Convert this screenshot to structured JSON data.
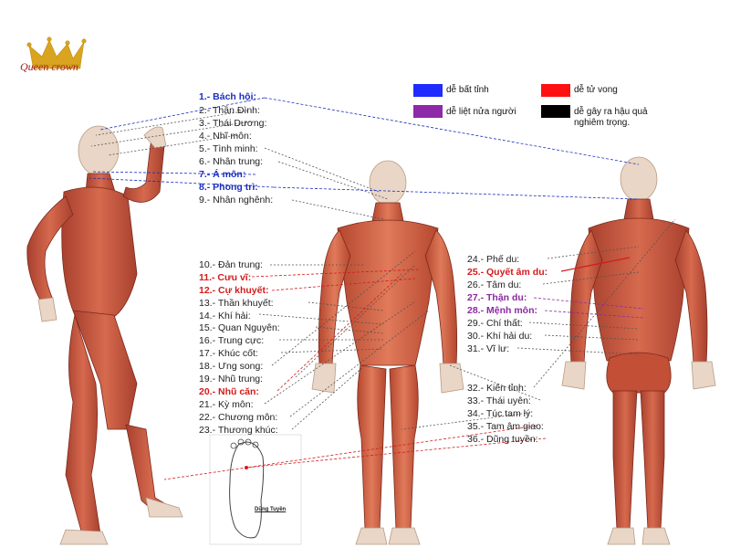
{
  "brand": {
    "name": "Queen crown",
    "icon": "crown-icon",
    "color": "#a31c24"
  },
  "legend": [
    {
      "color": "#1f2bff",
      "text": "dễ bất tỉnh"
    },
    {
      "color": "#ff1010",
      "text": "dễ tử vong"
    },
    {
      "color": "#8e2aa8",
      "text": "dễ liệt nửa người"
    },
    {
      "color": "#000000",
      "text": "dễ gây ra hậu quả nghiêm trọng."
    }
  ],
  "points_head": [
    {
      "label": "1.- Bách hội:",
      "style": "blue"
    },
    {
      "label": "2.- Thần Đình:",
      "style": "plain"
    },
    {
      "label": "3.- Thái Dương:",
      "style": "plain"
    },
    {
      "label": "4.- Nhĩ môn:",
      "style": "plain"
    },
    {
      "label": "5.- Tình minh:",
      "style": "plain"
    },
    {
      "label": "6.- Nhân trung:",
      "style": "plain"
    },
    {
      "label": "7.- Á môn:",
      "style": "blue"
    },
    {
      "label": "8.- Phong trì:",
      "style": "blue"
    },
    {
      "label": "9.- Nhân nghênh:",
      "style": "plain"
    }
  ],
  "points_torso": [
    {
      "label": "10.- Đản trung:",
      "style": "plain"
    },
    {
      "label": "11.- Cưu vĩ:",
      "style": "red"
    },
    {
      "label": "12.- Cự khuyết:",
      "style": "red"
    },
    {
      "label": "13.- Thần khuyết:",
      "style": "plain"
    },
    {
      "label": "14.- Khí hải:",
      "style": "plain"
    },
    {
      "label": "15.- Quan Nguyên:",
      "style": "plain"
    },
    {
      "label": "16.- Trung cực:",
      "style": "plain"
    },
    {
      "label": "17.- Khúc cốt:",
      "style": "plain"
    },
    {
      "label": "18.- Ưng song:",
      "style": "plain"
    },
    {
      "label": "19.- Nhũ trung:",
      "style": "plain"
    },
    {
      "label": "20.- Nhũ căn:",
      "style": "red"
    },
    {
      "label": "21.- Kỳ môn:",
      "style": "plain"
    },
    {
      "label": "22.- Chương môn:",
      "style": "plain"
    },
    {
      "label": "23.- Thương khúc:",
      "style": "plain"
    }
  ],
  "points_back": [
    {
      "label": "24.- Phế du:",
      "style": "plain"
    },
    {
      "label": "25.- Quyết âm du:",
      "style": "red"
    },
    {
      "label": "26.- Tâm du:",
      "style": "plain"
    },
    {
      "label": "27.- Thận du:",
      "style": "purple"
    },
    {
      "label": "28.- Mệnh môn:",
      "style": "purple"
    },
    {
      "label": "29.- Chí thất:",
      "style": "plain"
    },
    {
      "label": "30.- Khí hải du:",
      "style": "plain"
    },
    {
      "label": "31.- Vĩ lư:",
      "style": "plain"
    }
  ],
  "points_limbs": [
    {
      "label": "32.- Kiên tỉnh:",
      "style": "plain"
    },
    {
      "label": "33.- Thái uyên:",
      "style": "plain"
    },
    {
      "label": "34.- Túc tam lý:",
      "style": "plain"
    },
    {
      "label": "35.- Tam âm giao:",
      "style": "plain"
    },
    {
      "label": "36.- Dũng tuyền:",
      "style": "plain"
    }
  ],
  "foot_label": "Dũng Tuyền",
  "figures": [
    {
      "name": "side-figure",
      "icon": "anatomy-side-figure"
    },
    {
      "name": "front-figure",
      "icon": "anatomy-front-figure"
    },
    {
      "name": "back-figure",
      "icon": "anatomy-back-figure"
    },
    {
      "name": "foot-sole",
      "icon": "foot-sole-outline"
    }
  ],
  "colors": {
    "muscle": "#c8553d",
    "muscle_dark": "#8e2b1f",
    "bone": "#ecd9c6",
    "line": "#555555"
  }
}
